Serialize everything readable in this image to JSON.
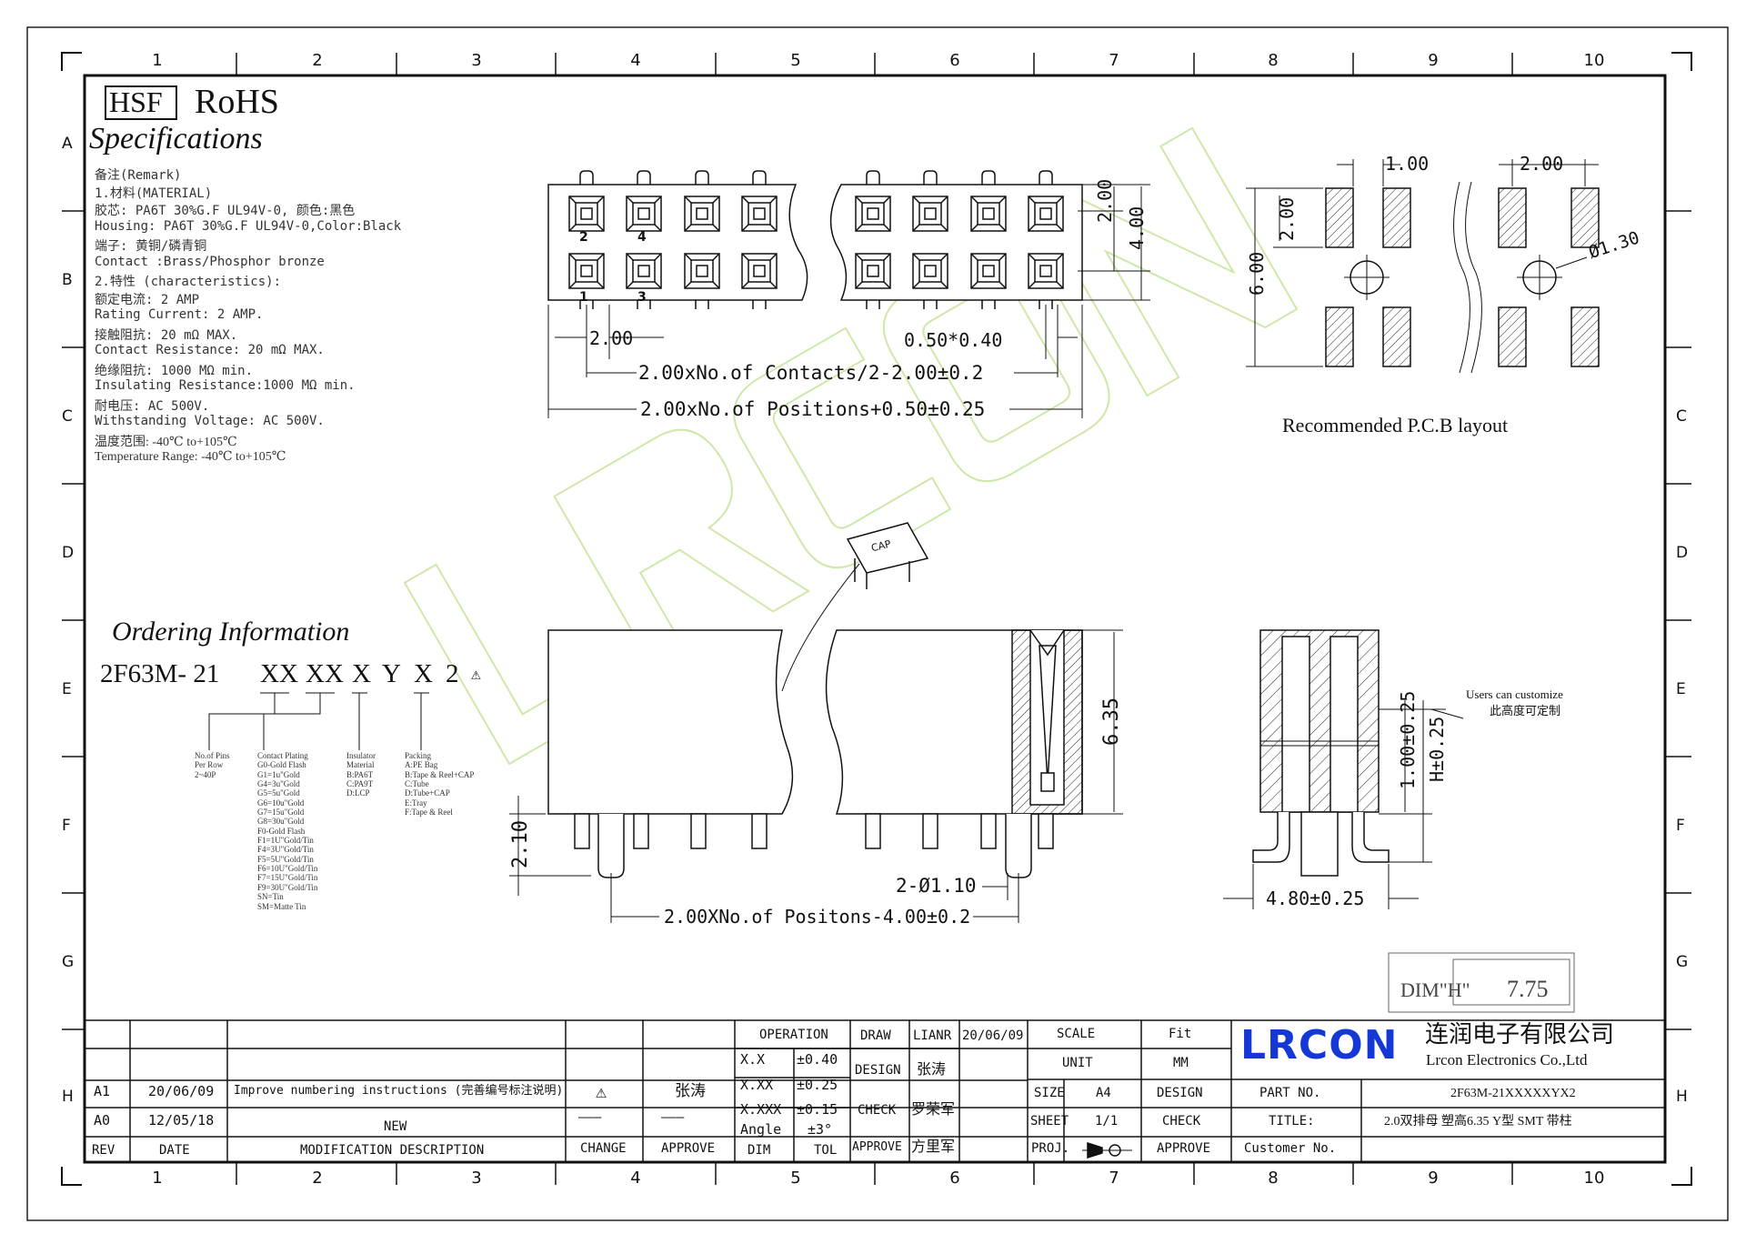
{
  "zones": {
    "columns": [
      "1",
      "2",
      "3",
      "4",
      "5",
      "6",
      "7",
      "8",
      "9",
      "10"
    ],
    "rows": [
      "A",
      "B",
      "C",
      "D",
      "E",
      "F",
      "G",
      "H"
    ]
  },
  "header": {
    "hsf": "HSF",
    "rohs": "RoHS",
    "specs_title": "Specifications"
  },
  "specs": [
    "备注(Remark)",
    "1.材料(MATERIAL)",
    "胶芯: PA6T 30%G.F UL94V-0, 颜色:黑色",
    "Housing: PA6T 30%G.F UL94V-0,Color:Black",
    "端子: 黄铜/磷青铜",
    "Contact :Brass/Phosphor bronze",
    "2.特性 (characteristics):",
    "额定电流: 2 AMP",
    "Rating Current: 2 AMP.",
    "接触阻抗: 20 mΩ MAX.",
    "Contact Resistance: 20 mΩ MAX.",
    "绝缘阻抗: 1000 MΩ min.",
    "Insulating Resistance:1000 MΩ  min.",
    "耐电压: AC 500V.",
    "Withstanding Voltage: AC 500V.",
    "温度范围: -40℃ to+105℃",
    "Temperature Range: -40℃ to+105℃"
  ],
  "top_view": {
    "pin_labels": [
      "2",
      "4",
      "1",
      "3"
    ],
    "dim_pitch": "2.00",
    "dim_pin": "0.50*0.40",
    "dim_row": "2.00",
    "dim_height": "4.00",
    "dim_contacts": "2.00xNo.of  Contacts/2-2.00±0.2",
    "dim_positions": "2.00xNo.of  Positions+0.50±0.25"
  },
  "pcb": {
    "dim_a": "1.00",
    "dim_b": "2.00",
    "dim_c": "2.00",
    "dim_d": "6.00",
    "dim_hole": "Ø1.30",
    "caption": "Recommended P.C.B layout"
  },
  "ordering": {
    "title": "Ordering Information",
    "part_prefix": "2F63M- 21",
    "codes": [
      "XX",
      "XX",
      "X",
      "Y",
      "X",
      "2"
    ],
    "legend": {
      "pins": "No.of Pins\nPer Row\n2~40P",
      "plating": "Contact Plating\nG0-Gold Flash\nG1=1u\"Gold\nG4=3u\"Gold\nG5=5u\"Gold\nG6=10u\"Gold\nG7=15u\"Gold\nG8=30u\"Gold\nF0-Gold Flash\nF1=1U\"Gold/Tin\nF4=3U\"Gold/Tin\nF5=5U\"Gold/Tin\nF6=10U\"Gold/Tin\nF7=15U\"Gold/Tin\nF9=30U\"Gold/Tin\nSN=Tin\nSM=Matte Tin",
      "insulator": "Insulator\nMaterial\nB:PA6T\nC:PA9T\nD:LCP",
      "packing": "Packing\nA:PE Bag\nB:Tape & Reel+CAP\nC:Tube\nD:Tube+CAP\nE:Tray\nF:Tape & Reel"
    }
  },
  "front_view": {
    "cap": "CAP",
    "dim_height": "6.35",
    "dim_tail": "2.10",
    "dim_post": "2-Ø1.10",
    "dim_posts_span": "2.00XNo.of  Positons-4.00±0.2"
  },
  "side_view": {
    "dim_body": "1.00±0.25",
    "dim_h": "H±0.25",
    "dim_width": "4.80±0.25",
    "note_en": "Users can customize",
    "note_cn": "此高度可定制"
  },
  "dim_box": {
    "label": "DIM\"H\"",
    "value": "7.75"
  },
  "title_block": {
    "revisions": [
      {
        "rev": "A1",
        "date": "20/06/09",
        "desc": "Improve numbering instructions (完善编号标注说明)",
        "change": "⚠",
        "approve": "张涛"
      },
      {
        "rev": "A0",
        "date": "12/05/18",
        "desc": "NEW",
        "change": "———",
        "approve": "———"
      }
    ],
    "rev_header": {
      "rev": "REV",
      "date": "DATE",
      "desc": "MODIFICATION DESCRIPTION",
      "change": "CHANGE",
      "approve": "APPROVE"
    },
    "operation": "OPERATION",
    "tolerances": [
      {
        "dim": "X.X",
        "tol": "±0.40"
      },
      {
        "dim": "X.XX",
        "tol": "±0.25"
      },
      {
        "dim": "X.XXX",
        "tol": "±0.15"
      },
      {
        "dim": "Angle",
        "tol": "±3°"
      }
    ],
    "tol_header": {
      "dim": "DIM",
      "tol": "TOL"
    },
    "draw": "DRAW",
    "draw_name": "LIANR",
    "draw_date": "20/06/09",
    "design": "DESIGN",
    "design_name": "张涛",
    "check": "CHECK",
    "check_name": "罗荣军",
    "approve": "APPROVE",
    "approve_name": "方里军",
    "scale": "SCALE",
    "scale_val": "Fit",
    "unit": "UNIT",
    "unit_val": "MM",
    "size": "SIZE",
    "size_val": "A4",
    "design2": "DESIGN",
    "sheet": "SHEET",
    "sheet_val": "1/1",
    "check2": "CHECK",
    "proj": "PROJ.",
    "approve2": "APPROVE",
    "company_logo": "LRCON",
    "company_cn": "连润电子有限公司",
    "company_en": "Lrcon Electronics Co.,Ltd",
    "part_no_label": "PART NO.",
    "part_no": "2F63M-21XXXXXYX2",
    "title_label": "TITLE:",
    "title": "2.0双排母  塑高6.35  Y型  SMT  带柱",
    "customer_label": "Customer No.",
    "watermark": "LRCON",
    "brand_color": "#1438d6",
    "watermark_color": "#c8e6a0"
  }
}
